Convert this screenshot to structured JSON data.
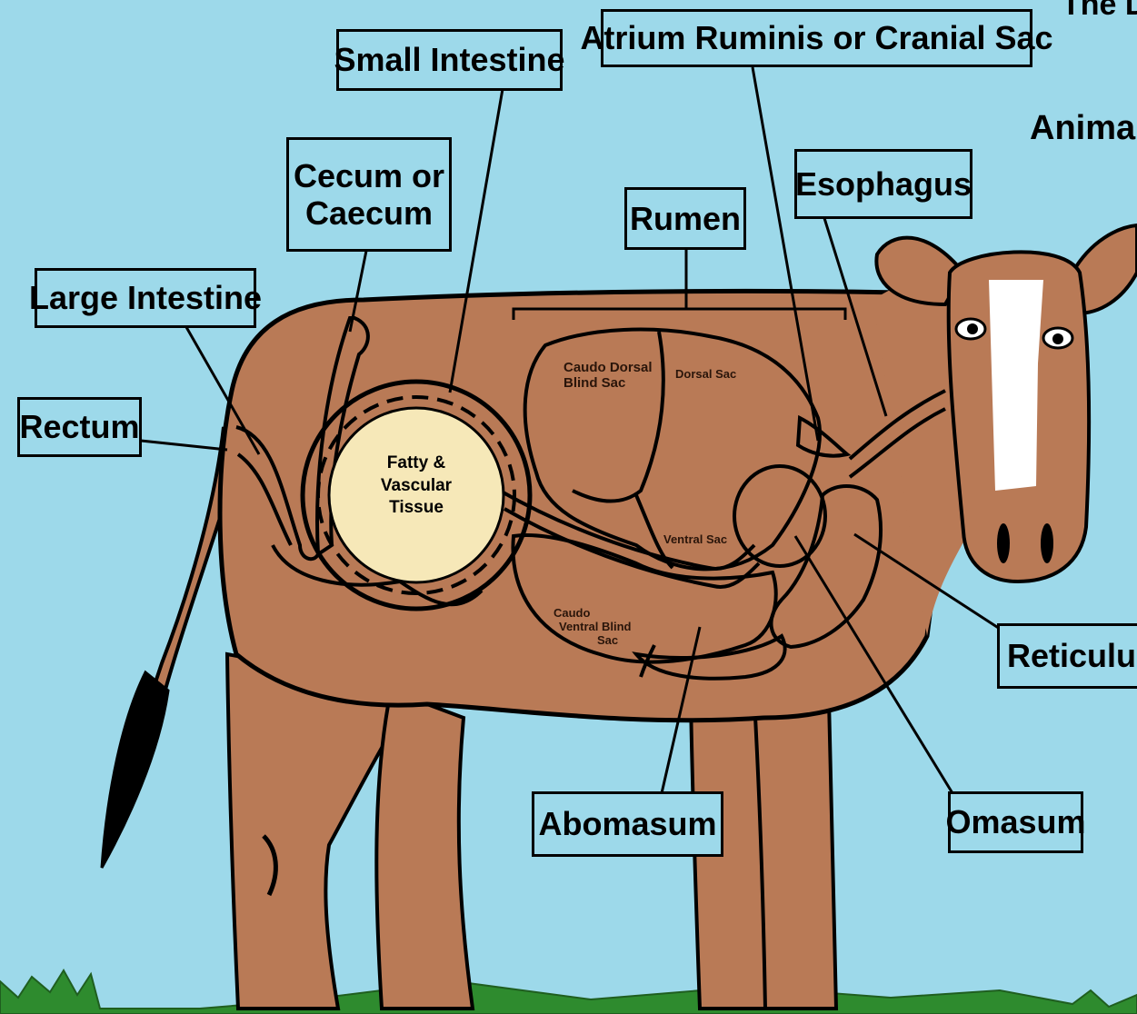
{
  "diagram": {
    "labels": {
      "small_intestine": "Small Intestine",
      "atrium_ruminis": "Atrium Ruminis or Cranial Sac",
      "cecum_line1": "Cecum or",
      "cecum_line2": "Caecum",
      "esophagus": "Esophagus",
      "rumen": "Rumen",
      "large_intestine": "Large Intestine",
      "rectum": "Rectum",
      "reticulum": "Reticulum",
      "abomasum": "Abomasum",
      "omasum": "Omasum"
    },
    "regions": {
      "caudo_dorsal_line1": "Caudo Dorsal",
      "caudo_dorsal_line2": "Blind Sac",
      "dorsal_sac": "Dorsal Sac",
      "ventral_sac": "Ventral Sac",
      "caudo_ventral_line1": "Caudo",
      "caudo_ventral_line2": "Ventral Blind",
      "caudo_ventral_line3": "Sac",
      "fatty_line1": "Fatty &",
      "fatty_line2": "Vascular",
      "fatty_line3": "Tissue"
    },
    "partial_text": {
      "top_right": "The D",
      "anima": "Anima"
    },
    "colors": {
      "sky": "#9dd9ea",
      "cow_body": "#b97a56",
      "outline": "#000000",
      "fatty_tissue": "#f6e8b8",
      "grass": "#2e8b2e",
      "eye_white": "#ffffff"
    }
  }
}
